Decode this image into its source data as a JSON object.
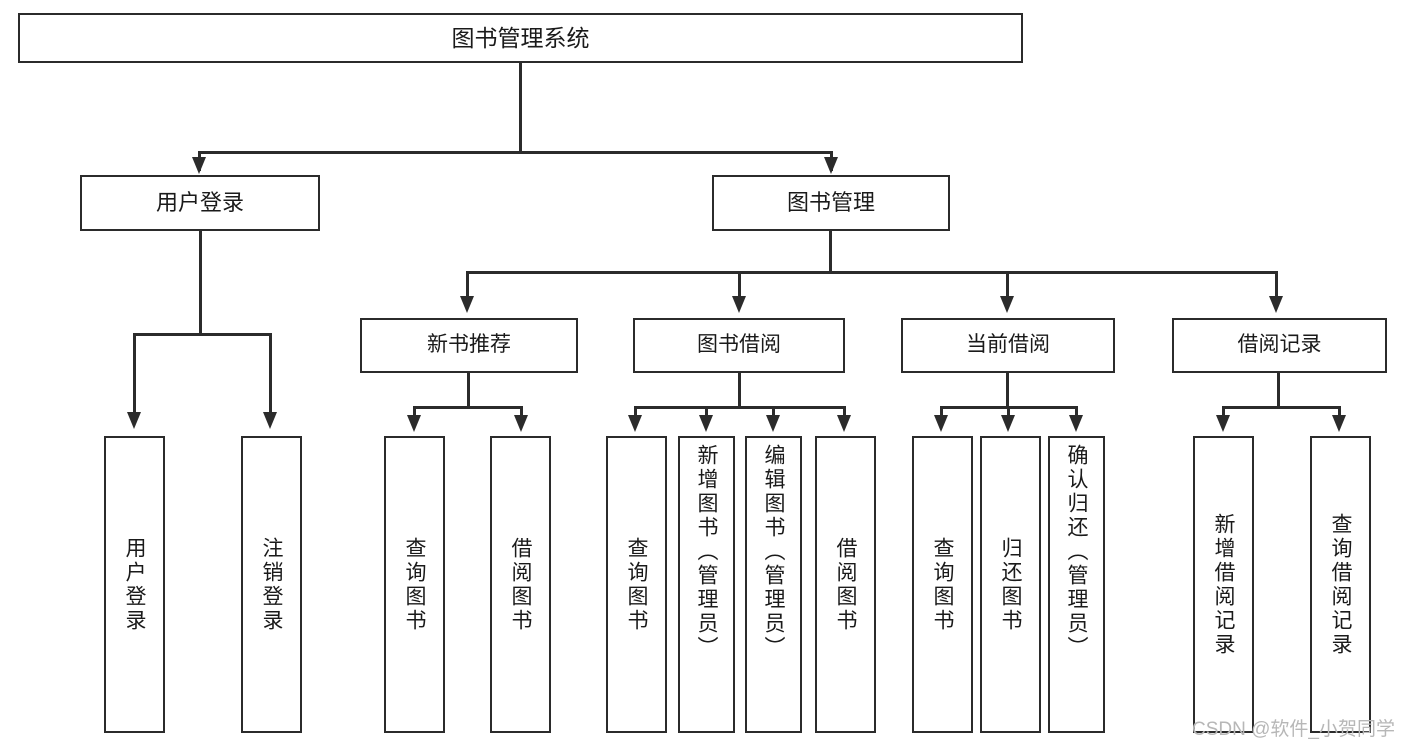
{
  "diagram": {
    "type": "tree-hierarchy",
    "title": "图书管理系统",
    "orientation": "top-down",
    "colors": {
      "stroke": "#2b2b2b",
      "fill": "#ffffff",
      "text": "#1a1a1a",
      "watermark": "#b7b7b7"
    },
    "root": {
      "label": "图书管理系统"
    },
    "level1": [
      {
        "label": "用户登录"
      },
      {
        "label": "图书管理"
      }
    ],
    "level2": [
      {
        "label": "新书推荐"
      },
      {
        "label": "图书借阅"
      },
      {
        "label": "当前借阅"
      },
      {
        "label": "借阅记录"
      }
    ],
    "leaves": {
      "user_login": [
        {
          "label": "用户登录"
        },
        {
          "label": "注销登录"
        }
      ],
      "new_book_recommend": [
        {
          "label": "查询图书"
        },
        {
          "label": "借阅图书"
        }
      ],
      "book_borrow": [
        {
          "label": "查询图书"
        },
        {
          "label": "新增图书（管理员）"
        },
        {
          "label": "编辑图书（管理员）"
        },
        {
          "label": "借阅图书"
        }
      ],
      "current_borrow": [
        {
          "label": "查询图书"
        },
        {
          "label": "归还图书"
        },
        {
          "label": "确认归还（管理员）"
        }
      ],
      "borrow_record": [
        {
          "label": "新增借阅记录"
        },
        {
          "label": "查询借阅记录"
        }
      ]
    }
  },
  "watermark": {
    "text": "CSDN @软件_小贺同学"
  }
}
